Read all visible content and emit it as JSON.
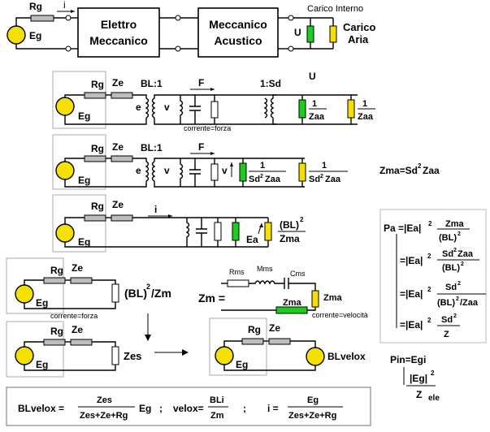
{
  "top": {
    "rg": "Rg",
    "i": "i",
    "eg": "Eg",
    "box1_line1": "Elettro",
    "box1_line2": "Meccanico",
    "box2_line1": "Meccanico",
    "box2_line2": "Acustico",
    "carico_interno": "Carico Interno",
    "u": "U",
    "carico_aria_1": "Carico",
    "carico_aria_2": "Aria"
  },
  "row1": {
    "rg": "Rg",
    "ze": "Ze",
    "eg": "Eg",
    "e": "e",
    "v": "v",
    "bl": "BL:1",
    "f": "F",
    "sd": "1:Sd",
    "u": "U",
    "corrente_forza": "corrente=forza",
    "one_a": "1",
    "zaa_a": "Zaa",
    "one_b": "1",
    "zaa_b": "Zaa"
  },
  "row2": {
    "rg": "Rg",
    "ze": "Ze",
    "eg": "Eg",
    "e": "e",
    "v1": "v",
    "v2": "v",
    "bl": "BL:1",
    "f": "F",
    "one_a": "1",
    "sd_a": "Sd",
    "sup_a": "2",
    "zaa_a": "Zaa",
    "one_b": "1",
    "sd_b": "Sd",
    "sup_b": "2",
    "zaa_b": "Zaa",
    "zma_eq_pre": "Zma=Sd",
    "zma_eq_sup": "2",
    "zma_eq_post": "Zaa"
  },
  "row3": {
    "rg": "Rg",
    "ze": "Ze",
    "eg": "Eg",
    "i": "i",
    "ea": "Ea",
    "bl_num": "(BL)",
    "bl_sup": "2",
    "zma": "Zma"
  },
  "pa": {
    "pa_label": "Pa =|Ea|",
    "sup2": "2",
    "zma": "Zma",
    "bl2": "(BL)",
    "eq": "=|Ea|",
    "sd2zaa": "Sd",
    "zaa": "Zaa",
    "sd2": "Sd",
    "bl2zaa_pre": "(BL)",
    "bl2zaa_post": "/Zaa",
    "z": "Z"
  },
  "pin": {
    "label": "Pin=Egi",
    "eg": "|Eg|",
    "sup": "2",
    "z": "Z",
    "ele": "ele"
  },
  "left4": {
    "rg": "Rg",
    "ze": "Ze",
    "eg": "Eg",
    "bl_zm_pre": "(BL)",
    "bl_zm_sup": "2",
    "bl_zm_post": "/Zm",
    "corrente_forza": "corrente=forza"
  },
  "zm": {
    "label": "Zm =",
    "rms": "Rms",
    "mms": "Mms",
    "cms": "Cms",
    "zma": "Zma",
    "zma2": "Zma",
    "corrente_velocita": "corrente=velocità"
  },
  "left5": {
    "rg": "Rg",
    "ze": "Ze",
    "eg": "Eg",
    "zes": "Zes"
  },
  "right5": {
    "rg": "Rg",
    "ze": "Ze",
    "eg": "Eg",
    "blvelox": "BLvelox"
  },
  "formula": {
    "blvelox": "BLvelox =",
    "num1": "Zes",
    "den1": "Zes+Ze+Rg",
    "eg": "Eg",
    "semi1": ";",
    "velox": "velox=",
    "num2": "BLi",
    "den2": "Zm",
    "semi2": ";",
    "i": "i =",
    "num3": "Eg",
    "den3": "Zes+Ze+Rg"
  }
}
